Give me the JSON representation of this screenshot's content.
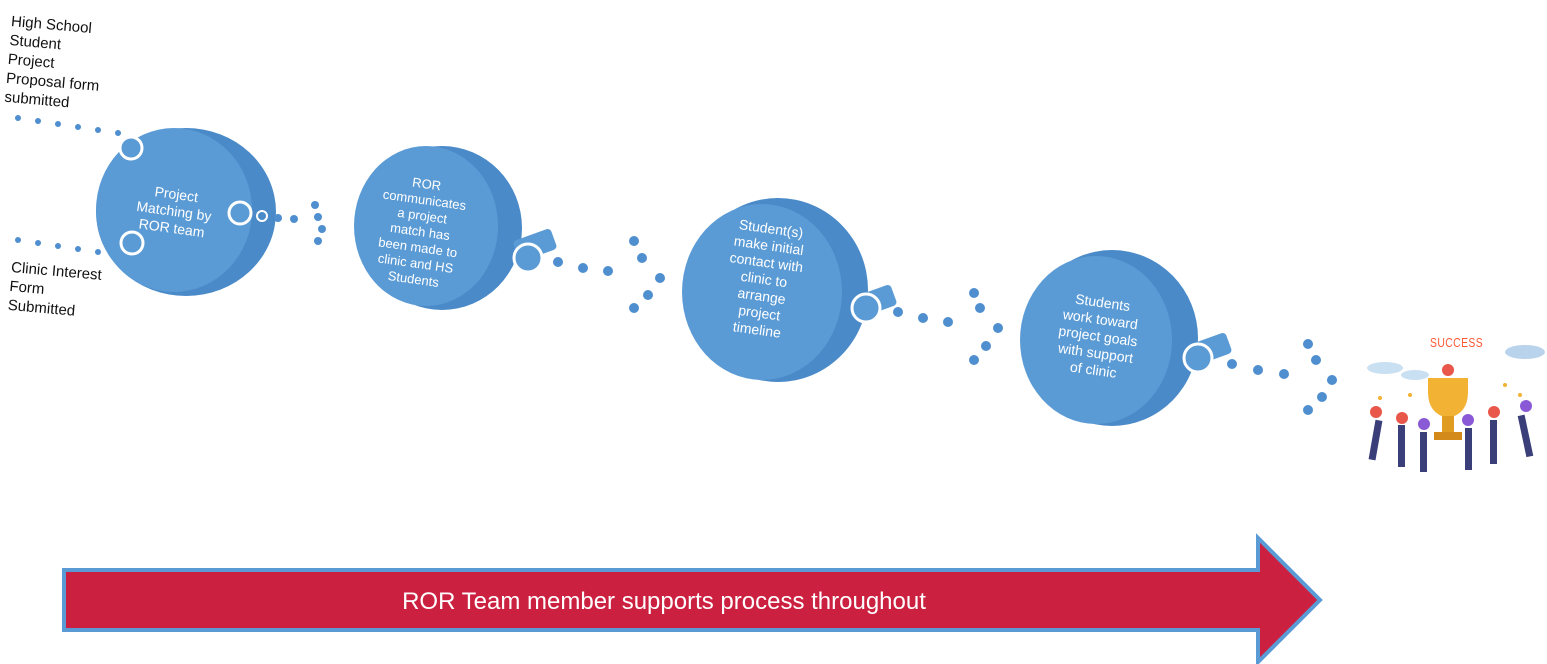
{
  "inputs": {
    "hs_student_form": [
      "High School",
      "Student",
      "Project",
      "Proposal form",
      "submitted"
    ],
    "clinic_form": [
      "Clinic Interest",
      "Form",
      "Submitted"
    ]
  },
  "steps": [
    {
      "lines": [
        "Project",
        "Matching by",
        "ROR team"
      ]
    },
    {
      "lines": [
        "ROR",
        "communicates",
        "a project",
        "match has",
        "been made to",
        "clinic and HS",
        "Students"
      ]
    },
    {
      "lines": [
        "Student(s)",
        "make initial",
        "contact with",
        "clinic to",
        "arrange",
        "project",
        "timeline"
      ]
    },
    {
      "lines": [
        "Students",
        "work toward",
        "project goals",
        "with support",
        "of clinic"
      ]
    }
  ],
  "outcome": {
    "success_text": "SUCCESS"
  },
  "banner": {
    "text": "ROR Team member supports process throughout"
  },
  "colors": {
    "disc": "#5b9bd5",
    "disc_side": "#4a8ac8",
    "dots": "#4f8fcf",
    "banner_fill": "#cc2040",
    "banner_border": "#5b9bd5"
  }
}
